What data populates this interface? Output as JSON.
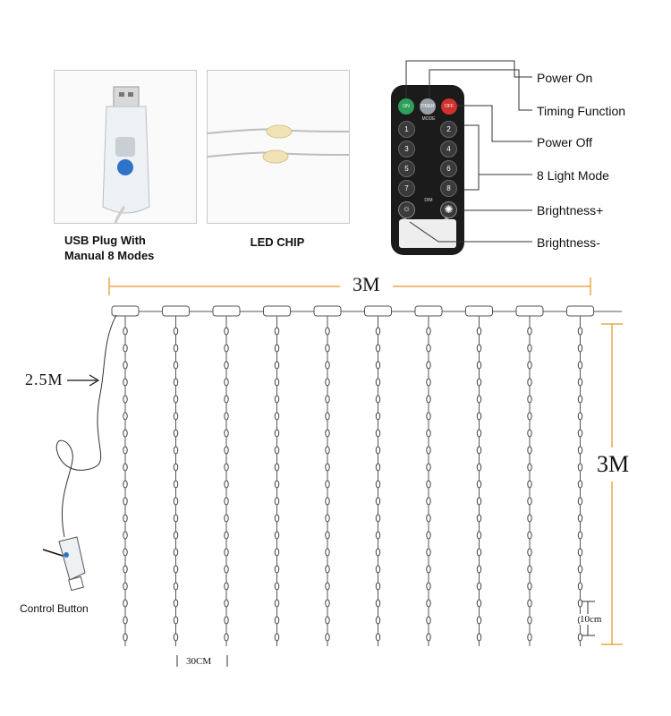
{
  "panels": {
    "usb_caption_line1": "USB Plug With",
    "usb_caption_line2": "Manual 8 Modes",
    "led_caption": "LED CHIP"
  },
  "remote": {
    "on_label": "ON",
    "timer_label": "TIMER",
    "off_label": "OFF",
    "mode_label": "MODE",
    "dim_label": "DIM",
    "minus_label": "−",
    "plus_label": "+",
    "keys": [
      "1",
      "2",
      "3",
      "4",
      "5",
      "6",
      "7",
      "8"
    ],
    "on_color": "#2e9e5b",
    "off_color": "#d2322d",
    "timer_color": "#9aa0a6",
    "labels": {
      "power_on": "Power On",
      "timing_function": "Timing Function",
      "power_off": "Power Off",
      "light_mode": "8 Light Mode",
      "brightness_plus": "Brightness+",
      "brightness_minus": "Brightness-"
    }
  },
  "curtain": {
    "width_label": "3M",
    "height_label": "3M",
    "lead_label": "2.5M",
    "spacing_label": "30CM",
    "led_spacing_label": "10cm",
    "control_label": "Control Button",
    "accent_color": "#e8a84a",
    "strand_count": 10
  }
}
